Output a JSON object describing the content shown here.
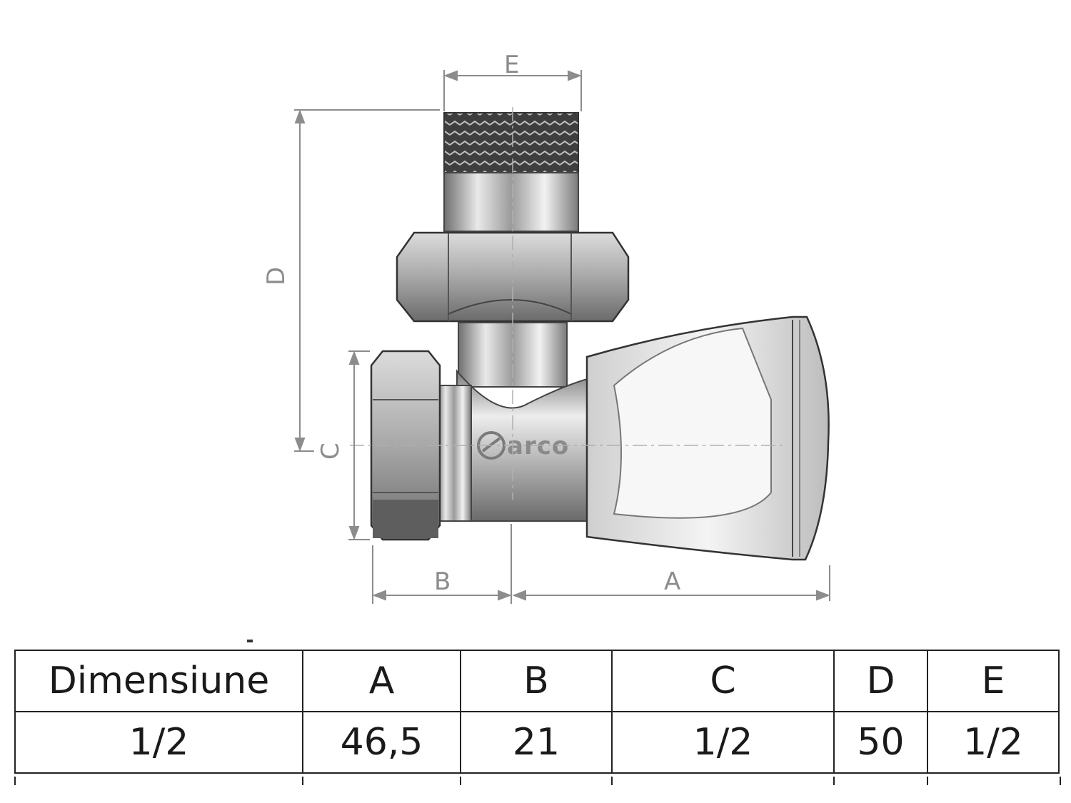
{
  "diagram": {
    "dimension_labels": {
      "a": "A",
      "b": "B",
      "c": "C",
      "d": "D",
      "e": "E"
    },
    "brand": "arco",
    "colors": {
      "metal": "#c7c7c7",
      "thread": "#4a4a4a",
      "dim_line": "#8c8c8c"
    }
  },
  "table": {
    "headers": [
      "Dimensiune",
      "A",
      "B",
      "C",
      "D",
      "E"
    ],
    "rows": [
      [
        "1/2",
        "46,5",
        "21",
        "1/2",
        "50",
        "1/2"
      ]
    ]
  }
}
